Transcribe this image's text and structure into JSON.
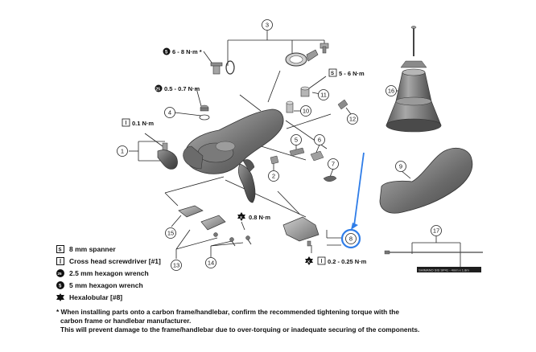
{
  "diagram": {
    "title": "Shift lever exploded parts diagram",
    "callouts": [
      "1",
      "2",
      "3",
      "4",
      "5",
      "6",
      "7",
      "8",
      "9",
      "10",
      "11",
      "12",
      "13",
      "14",
      "15",
      "16",
      "17"
    ],
    "torques": {
      "t1": "6 - 8 N·m *",
      "t2": "0.5 - 0.7 N·m",
      "t3": "0.1 N·m",
      "t4": "5 - 6 N·m",
      "t5": "0.8 N·m",
      "t6": "0.2 - 0.25 N·m"
    },
    "tool_badges": {
      "b1": "5",
      "b2": "25",
      "b3": "X",
      "b4": "S",
      "b5": "X"
    },
    "cable_label": "SHIMANO SIS SP41 - 4mm x 1.8m",
    "highlight_color": "#2f7de8",
    "highlight_target": "8"
  },
  "legend": {
    "items": [
      {
        "icon": "spanner-icon",
        "label": "8 mm spanner"
      },
      {
        "icon": "screwdriver-icon",
        "label": "Cross head screwdriver [#1]"
      },
      {
        "icon": "hex-wrench-2-5-icon",
        "label": "2.5 mm hexagon wrench"
      },
      {
        "icon": "hex-wrench-5-icon",
        "label": "5 mm hexagon wrench"
      },
      {
        "icon": "hexalobular-icon",
        "label": "Hexalobular [#8]"
      }
    ]
  },
  "note": {
    "line1": "* When installing parts onto a carbon frame/handlebar, confirm the recommended tightening torque with the",
    "line2": "carbon frame or handlebar manufacturer.",
    "line3": "This will prevent damage to the frame/handlebar due to over-torquing or inadequate securing of the components."
  }
}
